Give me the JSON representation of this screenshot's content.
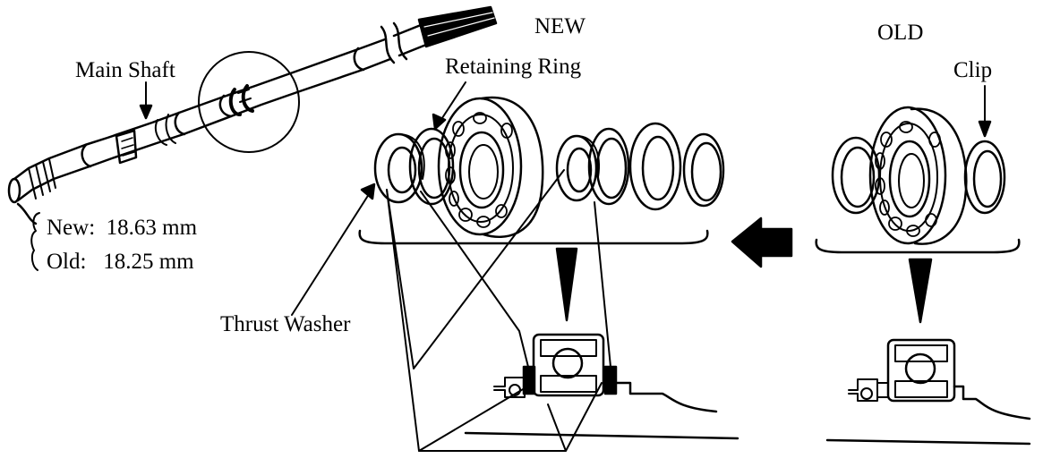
{
  "labels": {
    "new": "NEW",
    "old": "OLD",
    "main_shaft": "Main Shaft",
    "retaining_ring": "Retaining Ring",
    "clip": "Clip",
    "thrust_washer": "Thrust Washer",
    "new_dimension": "New:  18.63 mm",
    "old_dimension": "Old:   18.25 mm"
  },
  "colors": {
    "ink": "#000000",
    "paper": "#ffffff"
  }
}
